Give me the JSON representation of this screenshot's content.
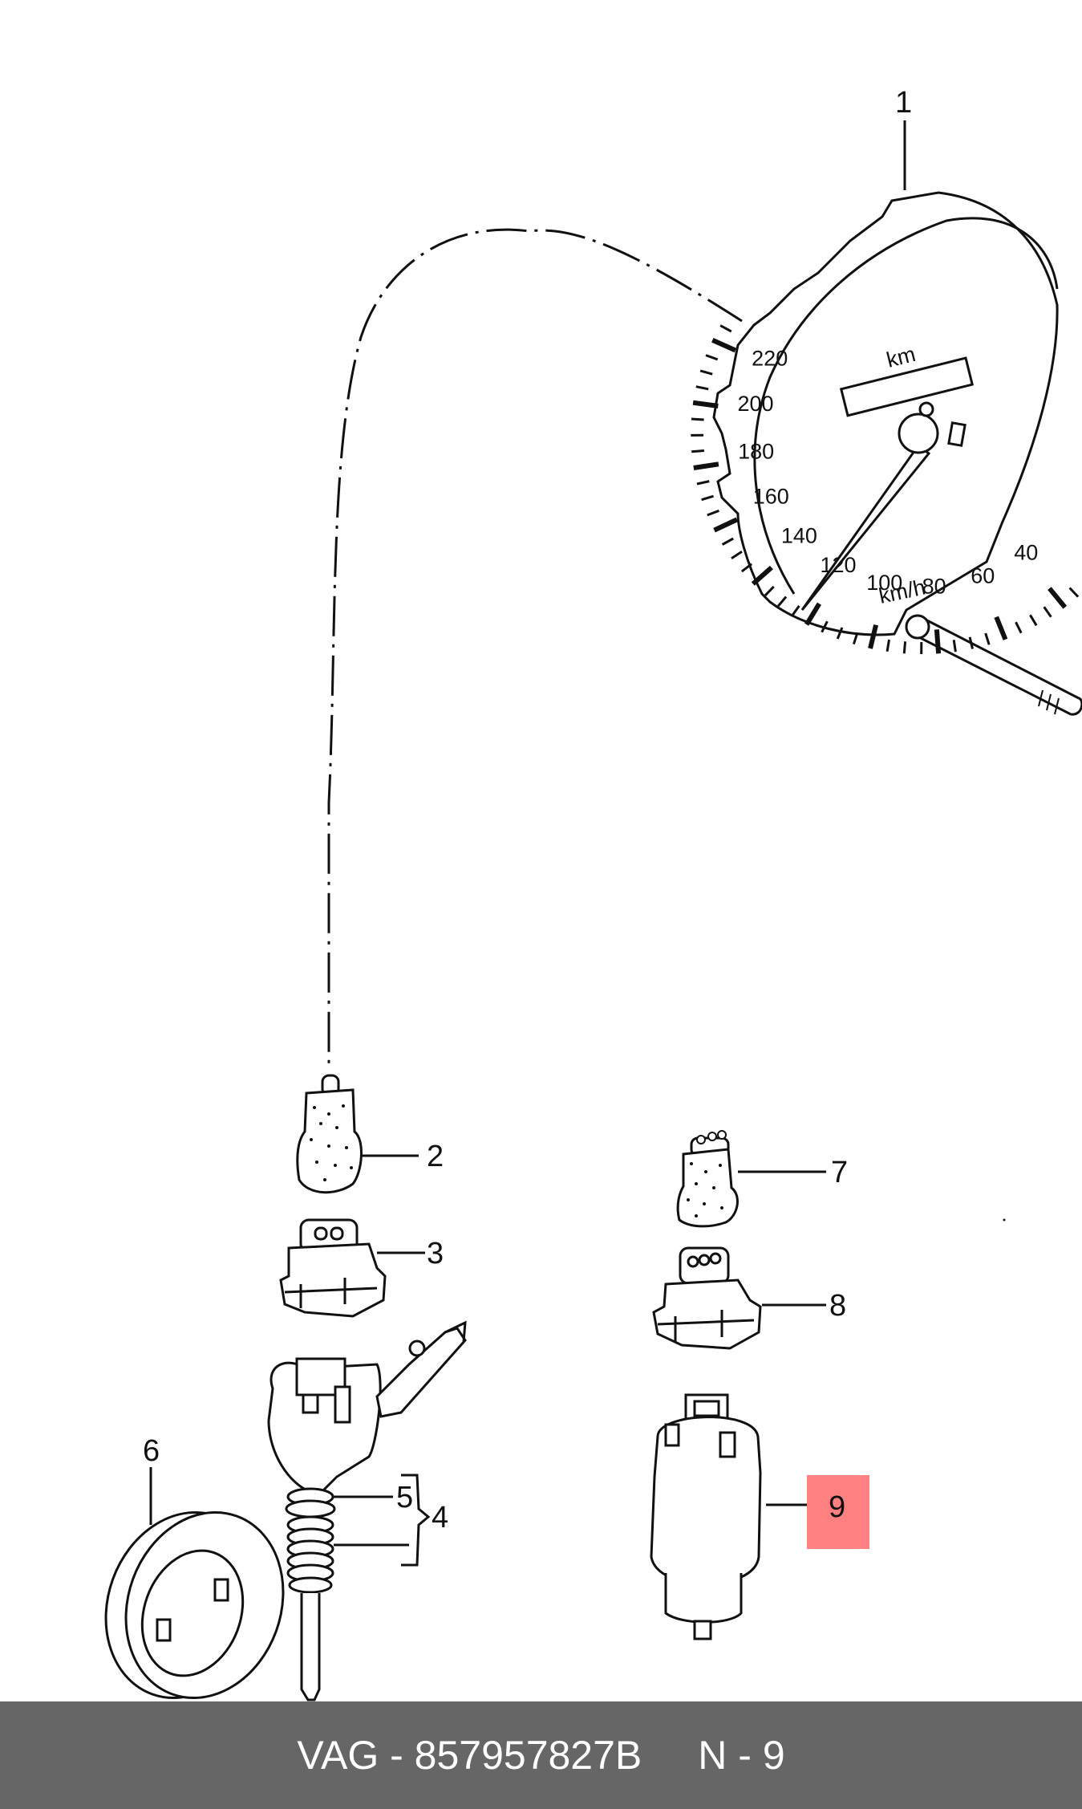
{
  "callouts": {
    "c1": "1",
    "c2": "2",
    "c3": "3",
    "c4": "4",
    "c5": "5",
    "c6": "6",
    "c7": "7",
    "c8": "8",
    "c9": "9"
  },
  "highlight": {
    "label": "9",
    "color": "#ff8080"
  },
  "speedometer": {
    "scale": [
      "40",
      "60",
      "80",
      "100",
      "120",
      "140",
      "160",
      "180",
      "200",
      "220"
    ],
    "odometer_unit": "km",
    "speed_unit": "km/h"
  },
  "footer": {
    "part_ref": "VAG - 857957827B",
    "position": "N - 9"
  }
}
